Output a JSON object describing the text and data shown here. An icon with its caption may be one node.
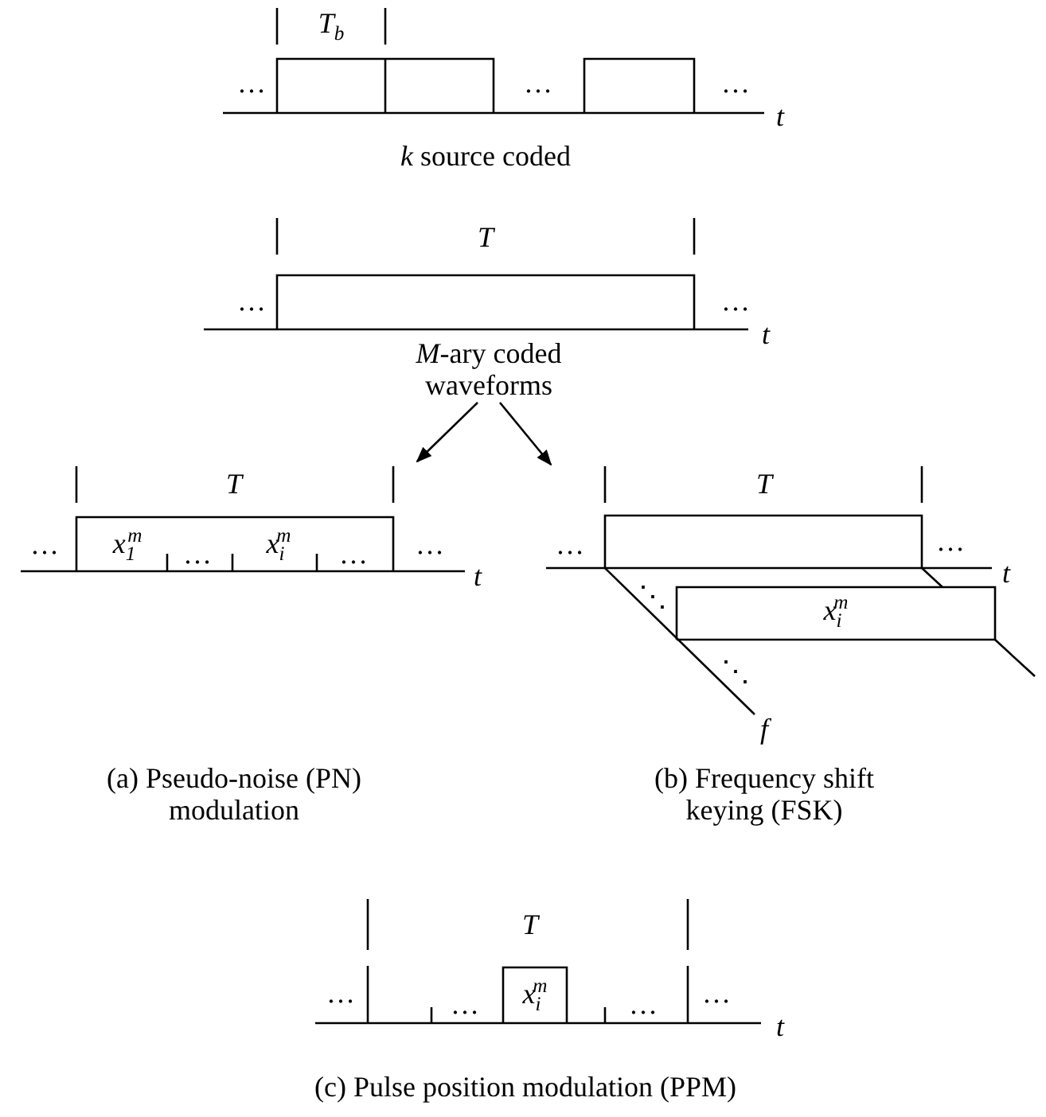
{
  "diagram": {
    "nodes": [
      {
        "text": [
          "*M*-ary coded waveforms"
        ]
      },
      {
        "text": [],
        "shape": "picture"
      },
      {
        "text": [],
        "shape": "picture"
      }
    ],
    "edges": [
      {
        "from": 0,
        "to": 1,
        "arrow": "to"
      },
      {
        "from": 0,
        "to": 2,
        "arrow": "to"
      }
    ],
    "labels": [
      "T$_{b}$",
      "…",
      "…",
      "…",
      "t",
      "*k* source coded",
      "T",
      "…",
      "…",
      "t",
      "T",
      "T",
      "…",
      "x$_{1}$$^{m}$",
      "…",
      "x$_{i}$$^{m}$",
      "…",
      "…",
      "t",
      "…",
      "…",
      "t",
      "⋱",
      "x$_{i}$$^{m}$",
      "⋱",
      "f",
      "(a) Pseudo-noise (PN) modulation",
      "(b) Frequency shift keying (FSK)",
      "T",
      "…",
      "…",
      "x$_{i}$$^{m}$",
      "…",
      "…",
      "t",
      "(c) Pulse position modulation (PPM)"
    ]
  }
}
